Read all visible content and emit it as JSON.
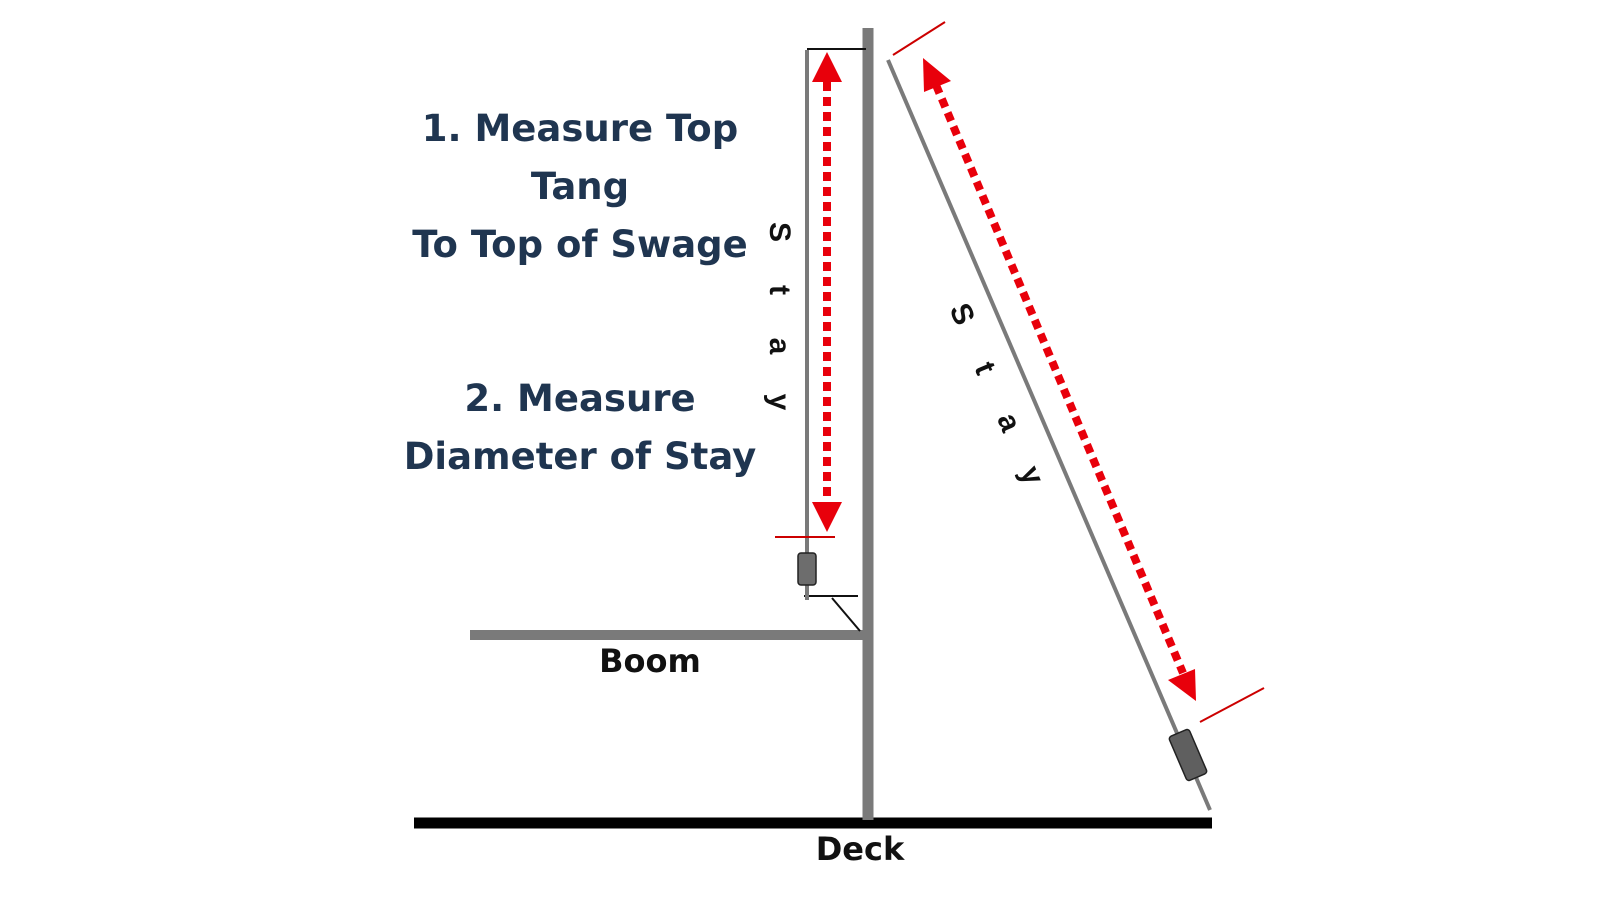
{
  "instructions": {
    "step1_lines": [
      "1. Measure Top",
      "Tang",
      "To Top of Swage"
    ],
    "step2_lines": [
      "2. Measure",
      "Diameter of Stay"
    ]
  },
  "labels": {
    "boom": "Boom",
    "deck": "Deck",
    "stay_vertical": "Stay",
    "stay_diagonal": "Stay"
  },
  "colors": {
    "mast": "#7a7a7a",
    "measure_arrow": "#e8000b",
    "instruction_text": "#1f3550",
    "deck": "#000000"
  }
}
